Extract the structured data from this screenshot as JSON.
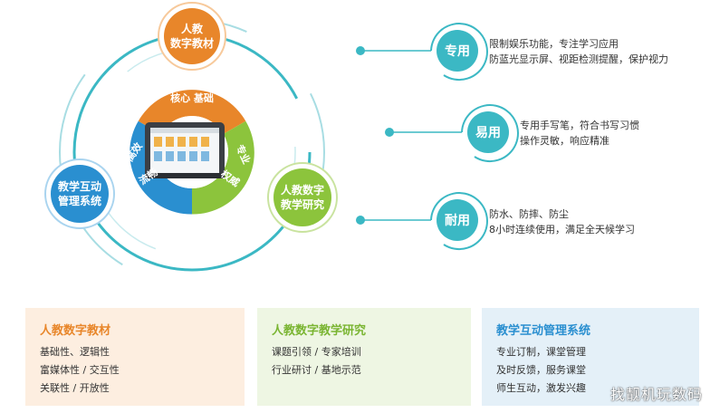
{
  "nodes": {
    "top": {
      "label_1": "人教",
      "label_2": "数字教材",
      "color": "#e8862a"
    },
    "left": {
      "label_1": "教学互动",
      "label_2": "管理系统",
      "color": "#2a8fd0"
    },
    "right": {
      "label_1": "人教数字",
      "label_2": "教学研究",
      "color": "#8cc43c"
    }
  },
  "center_ring": {
    "top_label": "核心  基础",
    "left_label_1": "高效",
    "left_label_2": "流畅",
    "right_label_1": "专业",
    "right_label_2": "权威"
  },
  "features": [
    {
      "badge": "专用",
      "line_1": "限制娱乐功能，专注学习应用",
      "line_2": "防蓝光显示屏、视距检测提醒，保护视力"
    },
    {
      "badge": "易用",
      "line_1": "专用手写笔，符合书写习惯",
      "line_2": "操作灵敏，响应精准"
    },
    {
      "badge": "耐用",
      "line_1": "防水、防摔、防尘",
      "line_2": "8小时连续使用，满足全天候学习"
    }
  ],
  "cards": [
    {
      "title": "人教数字教材",
      "lines": [
        "基础性、逻辑性",
        "富媒体性  /  交互性",
        "关联性  /  开放性"
      ],
      "title_color": "#e8862a",
      "bg": "#fdeee0"
    },
    {
      "title": "人教数字教学研究",
      "lines": [
        "课题引领  /  专家培训",
        "行业研讨  /  基地示范"
      ],
      "title_color": "#7ab532",
      "bg": "#eef6e3"
    },
    {
      "title": "教学互动管理系统",
      "lines": [
        "专业订制，课堂管理",
        "及时反馈，服务课堂",
        "师生互动，激发兴趣"
      ],
      "title_color": "#2a8fd0",
      "bg": "#e4f0f8"
    }
  ],
  "watermark": "找靓机玩数码",
  "colors": {
    "teal": "#3bb8c4",
    "orange": "#e8862a",
    "blue": "#2a8fd0",
    "green": "#8cc43c"
  }
}
